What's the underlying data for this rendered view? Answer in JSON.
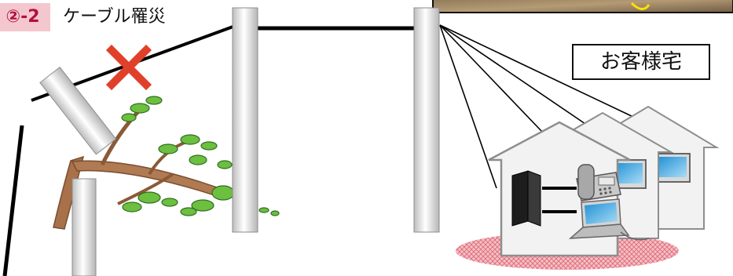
{
  "header": {
    "badge": "②-2",
    "title": "ケーブル罹災"
  },
  "customer_label": "お客様宅",
  "colors": {
    "badge_bg": "#f4c7cf",
    "badge_text": "#b0123c",
    "cut_mark": "#e0402a",
    "cable": "#000000",
    "pole": "#e6e6e6",
    "house_fill": "#f2f2f2",
    "house_stroke": "#8e8e8e",
    "ground": "#e46f7c"
  },
  "icons": [
    "cut-x-icon",
    "fallen-tree-icon",
    "modem-icon",
    "telephone-icon",
    "laptop-icon",
    "house-icon"
  ]
}
